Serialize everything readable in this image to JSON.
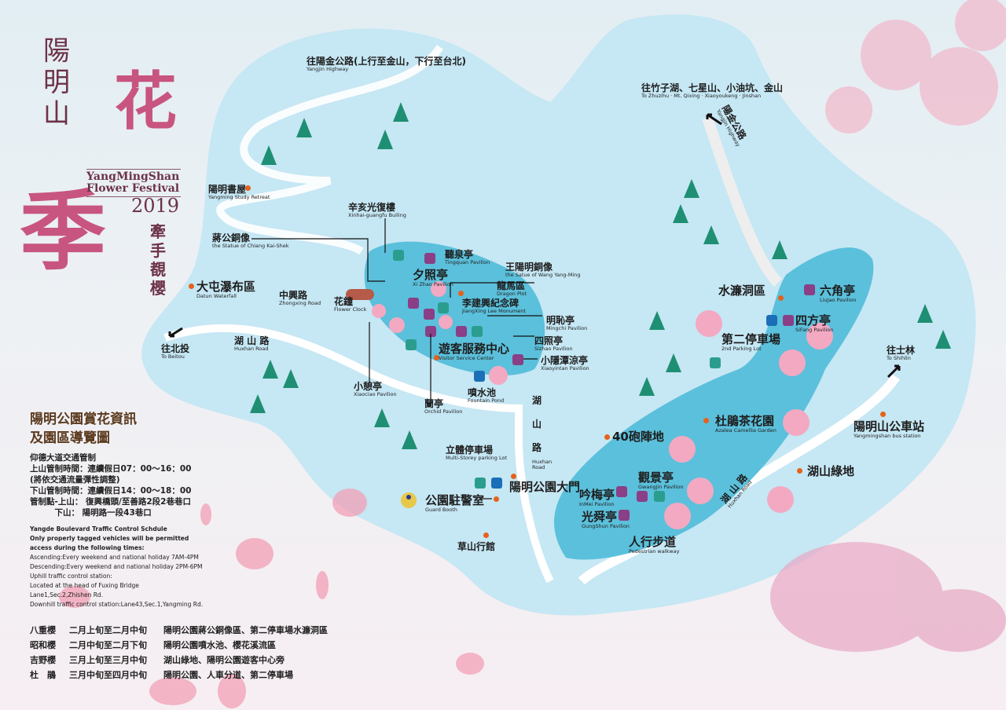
{
  "title": {
    "zh_main": "陽明山",
    "hua": "花",
    "ji": "季",
    "en_line1": "YangMingShan",
    "en_line2": "Flower Festival",
    "year": "2019",
    "subtitle": "牽手覩櫻"
  },
  "labels": [
    {
      "zh": "往陽金公路(上行至金山，下行至台北)",
      "en": "Yangjin Highway"
    },
    {
      "zh": "往竹子湖、七星山、小油坑、金山",
      "en": "To Zhuzihu · Mt. Qixing · Xiaoyoukeng · Jinshan"
    },
    {
      "zh": "陽金公路",
      "en": "Yangjin Highway"
    },
    {
      "zh": "陽明書屋",
      "en": "Yangming Study Retreat"
    },
    {
      "zh": "辛亥光復樓",
      "en": "Xinhai-guangfu Builing"
    },
    {
      "zh": "蔣公銅像",
      "en": "the Statue of Chiang Kai-Shek"
    },
    {
      "zh": "大屯瀑布區",
      "en": "Datun Waterfall"
    },
    {
      "zh": "中興路",
      "en": "Zhongxing Road"
    },
    {
      "zh": "花鐘",
      "en": "Flower Clock"
    },
    {
      "zh": "湖 山 路",
      "en": "Huxhan Road"
    },
    {
      "zh": "往北投",
      "en": "To Beitou"
    },
    {
      "zh": "聽泉亭",
      "en": "Tingquan Pavilion"
    },
    {
      "zh": "夕照亭",
      "en": "Xi Zhao Pavilion"
    },
    {
      "zh": "王陽明銅像",
      "en": "the Satue of Wang Yang-Ming"
    },
    {
      "zh": "龍馬區",
      "en": "Dragon Plot"
    },
    {
      "zh": "李建興紀念碑",
      "en": "JiangXing Lee Monument"
    },
    {
      "zh": "明恥亭",
      "en": "Mingchi Pavilion"
    },
    {
      "zh": "四照亭",
      "en": "Sizhao Pavilion"
    },
    {
      "zh": "遊客服務中心",
      "en": "Visitor Service Center"
    },
    {
      "zh": "小隱潭涼亭",
      "en": "Xiaoyintan Pavilion"
    },
    {
      "zh": "小憩亭",
      "en": "Xiaociao Pavilion"
    },
    {
      "zh": "噴水池",
      "en": "Fountain Pond"
    },
    {
      "zh": "蘭亭",
      "en": "Orchid Pavilion"
    },
    {
      "zh": "湖山路",
      "en": "Huxhan Road"
    },
    {
      "zh": "立體停車場",
      "en": "Multi-Storey parking Lot"
    },
    {
      "zh": "公園駐警室",
      "en": "Guard Booth"
    },
    {
      "zh": "陽明公園大門",
      "en": ""
    },
    {
      "zh": "草山行館",
      "en": ""
    },
    {
      "zh": "水濂洞區",
      "en": ""
    },
    {
      "zh": "六角亭",
      "en": "LiuJao Pavilion"
    },
    {
      "zh": "四方亭",
      "en": "SiFang Pavilion"
    },
    {
      "zh": "第二停車場",
      "en": "2nd Parking Lot"
    },
    {
      "zh": "往士林",
      "en": "To Shihlin"
    },
    {
      "zh": "杜鵑茶花園",
      "en": "Azalea Camellia Garden"
    },
    {
      "zh": "陽明山公車站",
      "en": "Yangmingshan bus station"
    },
    {
      "zh": "40砲陣地",
      "en": ""
    },
    {
      "zh": "湖山綠地",
      "en": ""
    },
    {
      "zh": "觀景亭",
      "en": "GwangJin Pavilion"
    },
    {
      "zh": "吟梅亭",
      "en": "InMei Pavilion"
    },
    {
      "zh": "光舜亭",
      "en": "GungShun Pavilion"
    },
    {
      "zh": "人行步道",
      "en": "Pedestrian walkway"
    },
    {
      "zh": "湖 山 路",
      "en": "Huxhan Road"
    }
  ],
  "info": {
    "heading1": "陽明公園賞花資訊",
    "heading2": "及園區導覽圖",
    "cn_lines": [
      "仰德大道交通管制",
      "上山管制時間：連續假日07：00～16：00",
      "(將依交通流量彈性調整)",
      "下山管制時間：連續假日14：00～18：00",
      "管制點-上山：  復興橋頭/至善路2段2巷巷口",
      "　　　下山：  陽明路一段43巷口"
    ],
    "en_bold": [
      "Yangde Boulevard Traffic Control Schdule",
      "Only properly tagged vehicles will be permitted",
      "access during the following times:"
    ],
    "en_lines": [
      "Ascending:Every weekend and national holiday 7AM-4PM",
      "Descending:Every weekend and national holiday 2PM-6PM",
      "Uphill traffic control station:",
      "Located at the head of Fuxing Bridge",
      "Lane1,Sec.2,Zhishen Rd.",
      "Downhill traffic control station:Lane43,Sec.1,Yangming Rd."
    ]
  },
  "bloom": [
    {
      "name": "八重櫻",
      "period": "二月上旬至二月中旬",
      "place": "陽明公園蔣公銅像區、第二停車場水濂洞區"
    },
    {
      "name": "昭和櫻",
      "period": "二月中旬至二月下旬",
      "place": "陽明公園噴水池、櫻花溪流區"
    },
    {
      "name": "吉野櫻",
      "period": "三月上旬至三月中旬",
      "place": "湖山綠地、陽明公園遊客中心旁"
    },
    {
      "name": "杜　鵑",
      "period": "三月中旬至四月中旬",
      "place": "陽明公園、人車分道、第二停車場"
    }
  ],
  "colors": {
    "map_light": "#c6e7f4",
    "park": "#5bc0db",
    "road": "#ffffff",
    "accent": "#c8557f",
    "pavilion": "#8a3f86",
    "toilet": "#2a9d8f",
    "poi": "#e5621c"
  }
}
